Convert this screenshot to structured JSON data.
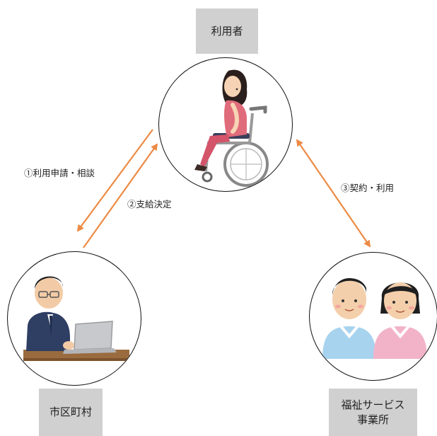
{
  "nodes": {
    "user": {
      "label": "利用者"
    },
    "municipality": {
      "label": "市区町村"
    },
    "welfare": {
      "label_line1": "福祉サービス",
      "label_line2": "事業所"
    }
  },
  "edges": {
    "apply": "①利用申請・相談",
    "decision": "②支給決定",
    "contract": "③契約・利用"
  },
  "colors": {
    "arrow": "#ec8a44",
    "box": "#d0d0d0"
  },
  "icons": [
    "wheelchair-woman-icon",
    "office-worker-laptop-icon",
    "care-workers-icon"
  ]
}
